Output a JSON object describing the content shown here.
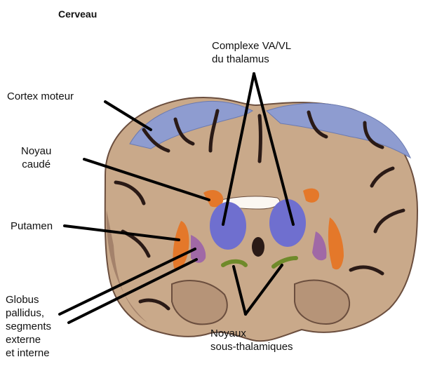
{
  "title": "Cerveau",
  "labels": {
    "cortex_moteur": "Cortex moteur",
    "noyau_caude": [
      "Noyau",
      "caudé"
    ],
    "putamen": "Putamen",
    "globus_pallidus": [
      "Globus",
      "pallidus,",
      "segments",
      "externe",
      "et interne"
    ],
    "complexe_va_vl": [
      "Complexe VA/VL",
      "du thalamus"
    ],
    "noyaux_sous_thalamiques": [
      "Noyaux",
      "sous-thalamiques"
    ]
  },
  "colors": {
    "brain_tissue": "#c9a98a",
    "brain_dark": "#8a6a55",
    "sulci": "#2a1a16",
    "motor_cortex": "#8e9cd0",
    "caudate_putamen": "#e4782a",
    "thalamus_va_vl": "#6f6fcf",
    "globus_pallidus": "#a069a6",
    "subthalamic": "#6f8a2a",
    "leader_lines": "#000000"
  }
}
